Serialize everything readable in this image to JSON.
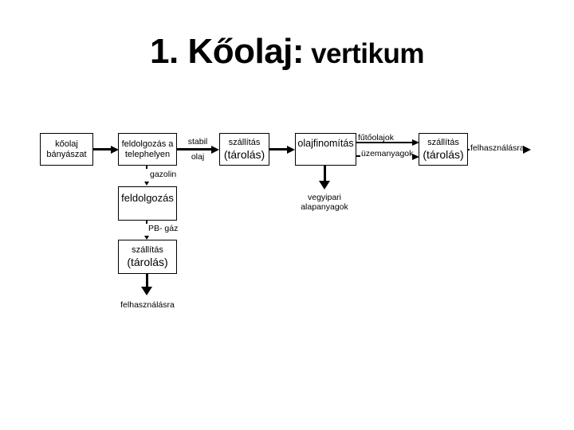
{
  "title": {
    "number_part": "1. Kőolaj:",
    "emphasis_part": "vertikum"
  },
  "colors": {
    "ink": "#000000",
    "background": "#ffffff"
  },
  "top_row": {
    "mining_box": {
      "line1": "kőolaj",
      "line2": "bányászat"
    },
    "site_processing_box": {
      "line1": "feldolgozás a",
      "line2": "telephelyen"
    },
    "stable_oil_label": {
      "line1": "stabil",
      "line2": "olaj"
    },
    "transport_box_1": {
      "line1": "szállítás",
      "line2": "(tárolás)"
    },
    "refining_box": {
      "label": "olajfinomítás"
    },
    "fuel_oils_label": "fűtőolajok",
    "fuels_label": "üzemanyagok",
    "transport_box_2": {
      "line1": "szállítás",
      "line2": "(tárolás)"
    },
    "to_use_label": "felhasználásra"
  },
  "left_branch": {
    "gazoline_label": "gazolin",
    "processing_box": {
      "label": "feldolgozás"
    },
    "pb_gas_label": "PB- gáz",
    "transport_box_3": {
      "line1": "szállítás",
      "line2": "(tárolás)"
    },
    "to_use_label": "felhasználásra"
  },
  "middle_branch": {
    "chemical_feedstock_label": {
      "line1": "vegyipari",
      "line2": "alapanyagok"
    }
  }
}
